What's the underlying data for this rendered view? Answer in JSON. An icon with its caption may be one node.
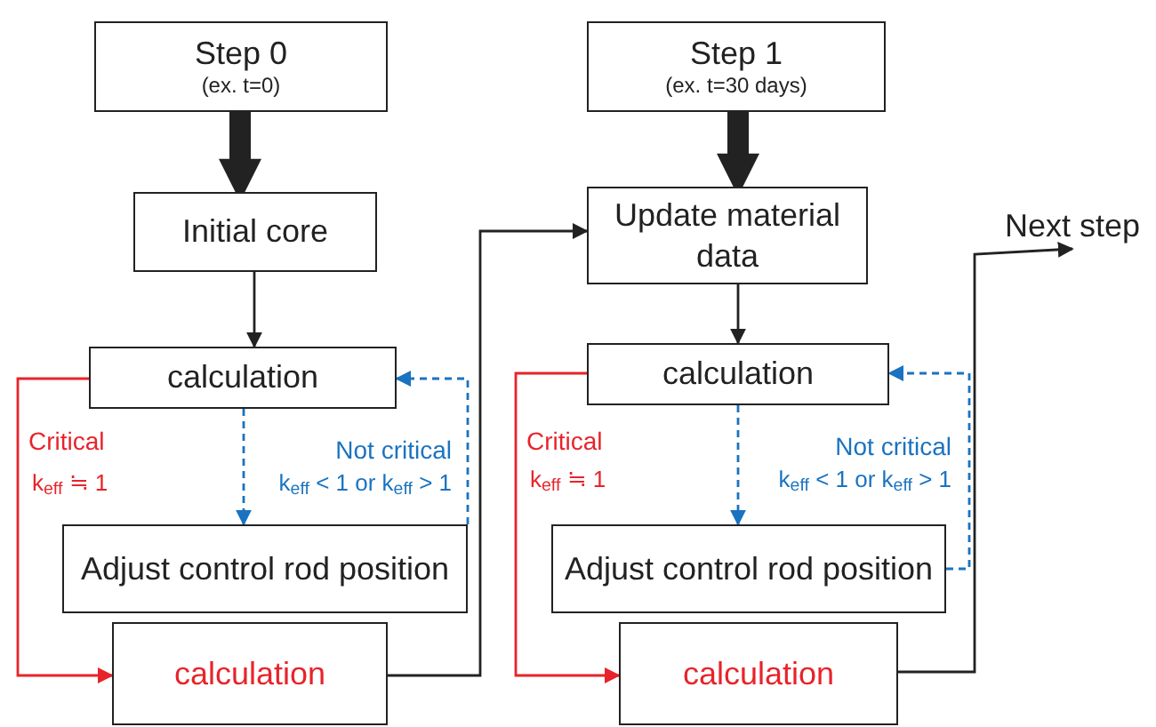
{
  "diagram": {
    "nodes": [
      {
        "text": [
          "Step 0",
          "(ex. t=0)"
        ]
      },
      {
        "text": [
          "Initial core"
        ]
      },
      {
        "text": [
          "calculation"
        ]
      },
      {
        "text": [
          "Adjust control rod position"
        ]
      },
      {
        "text": [
          "calculation"
        ]
      },
      {
        "text": [
          "Step 1",
          "(ex. t=30 days)"
        ]
      },
      {
        "text": [
          "Update material data"
        ]
      },
      {
        "text": [
          "calculation"
        ]
      },
      {
        "text": [
          "Adjust control rod position"
        ]
      },
      {
        "text": [
          "calculation"
        ]
      },
      {
        "text": [
          "Next step"
        ]
      }
    ],
    "edges": [
      {
        "from": 0,
        "to": 1,
        "arrow": "to",
        "style": "thick"
      },
      {
        "from": 1,
        "to": 2,
        "arrow": "to"
      },
      {
        "from": 2,
        "to": 3,
        "arrow": "to",
        "style": "dashed",
        "color": "#1a73c0"
      },
      {
        "from": 3,
        "to": 2,
        "arrow": "to",
        "style": "dashed",
        "color": "#1a73c0",
        "label": "Not critical"
      },
      {
        "from": 2,
        "to": 4,
        "arrow": "to",
        "color": "#e8232a",
        "label": "Critical"
      },
      {
        "from": 4,
        "to": 6,
        "arrow": "to"
      },
      {
        "from": 5,
        "to": 6,
        "arrow": "to",
        "style": "thick"
      },
      {
        "from": 6,
        "to": 7,
        "arrow": "to"
      },
      {
        "from": 7,
        "to": 8,
        "arrow": "to",
        "style": "dashed",
        "color": "#1a73c0"
      },
      {
        "from": 8,
        "to": 7,
        "arrow": "to",
        "style": "dashed",
        "color": "#1a73c0",
        "label": "Not critical"
      },
      {
        "from": 7,
        "to": 9,
        "arrow": "to",
        "color": "#e8232a",
        "label": "Critical"
      },
      {
        "from": 9,
        "to": 10,
        "arrow": "to"
      }
    ],
    "labels": [
      "k$_{eff}$ ≒ 1",
      "k$_{eff}$ < 1 or k$_{eff}$ > 1",
      "k$_{eff}$ ≒ 1",
      "k$_{eff}$ < 1 or k$_{eff}$ > 1"
    ]
  }
}
